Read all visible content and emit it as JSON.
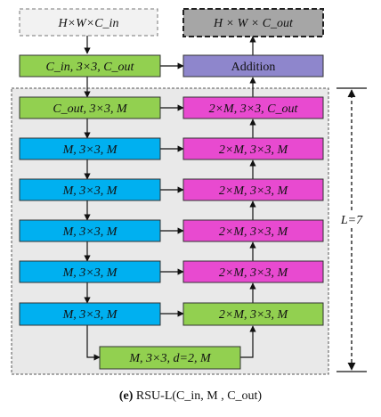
{
  "nodes": {
    "input": "H×W×C_in",
    "output": "H × W × C_out",
    "conv_in": "C_in, 3×3, C_out",
    "addition": "Addition",
    "enc1": "C_out, 3×3, M",
    "enc2": "M, 3×3, M",
    "enc3": "M, 3×3, M",
    "enc4": "M, 3×3, M",
    "enc5": "M, 3×3, M",
    "enc6": "M, 3×3, M",
    "bottom": "M, 3×3, d=2, M",
    "dec1": "2×M, 3×3, C_out",
    "dec2": "2×M, 3×3, M",
    "dec3": "2×M, 3×3, M",
    "dec4": "2×M, 3×3, M",
    "dec5": "2×M, 3×3, M",
    "dec6": "2×M, 3×3, M"
  },
  "depth_label": "L=7",
  "caption": {
    "tag": "(e)",
    "text": "RSU-L(C_in, M , C_out)"
  },
  "colors": {
    "green": "#92d050",
    "cyan": "#00b0f0",
    "magenta": "#e84ad0",
    "purple": "#8e86cc",
    "output_fill": "#a6a6a6",
    "input_fill": "#f2f2f2",
    "region_fill": "#e9e9e9"
  }
}
